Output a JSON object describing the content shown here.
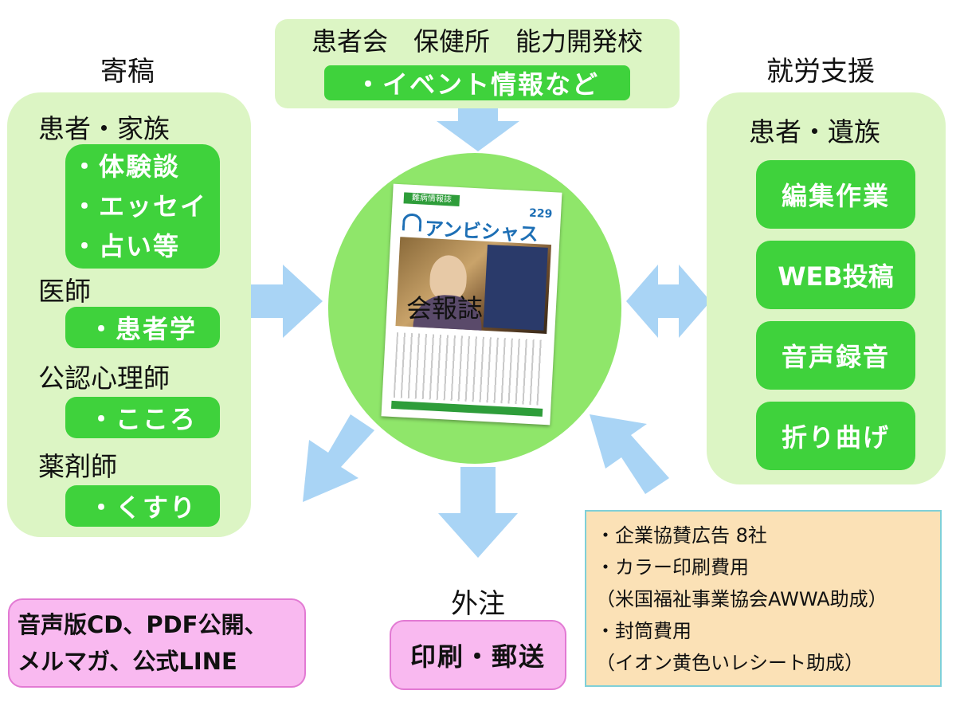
{
  "top": {
    "title": "患者会　保健所　能力開発校",
    "chip": "・イベント情報など"
  },
  "left": {
    "heading": "寄稿",
    "groups": [
      {
        "label": "患者・家族",
        "items": [
          "・体験談",
          "・エッセイ",
          "・占い等"
        ]
      },
      {
        "label": "医師",
        "items": [
          "・患者学"
        ]
      },
      {
        "label": "公認心理師",
        "items": [
          "・こころ"
        ]
      },
      {
        "label": "薬剤師",
        "items": [
          "・くすり"
        ]
      }
    ]
  },
  "right": {
    "heading": "就労支援",
    "label": "患者・遺族",
    "items": [
      "編集作業",
      "WEB投稿",
      "音声録音",
      "折り曲げ"
    ]
  },
  "center": {
    "label": "会報誌",
    "cover": {
      "masthead": "難病情報誌",
      "issue": "229",
      "logo_text": "アンビシャス"
    }
  },
  "bottom": {
    "heading": "外注",
    "chip": "印刷・郵送"
  },
  "bottom_left": {
    "line1": "音声版CD、PDF公開、",
    "line2": "メルマガ、公式LINE"
  },
  "funding": {
    "lines": [
      "・企業協賛広告 8社",
      "・カラー印刷費用",
      "（米国福祉事業協会AWWA助成）",
      "・封筒費用",
      "（イオン黄色いレシート助成）"
    ]
  },
  "colors": {
    "panel": "#dcf5c4",
    "chip": "#3fd23c",
    "arrow": "#a9d4f5",
    "circle": "#8fe66a",
    "pink": "#f9b9f0",
    "pink_border": "#e27ad3",
    "funding_bg": "#fbe1b6",
    "funding_border": "#7fd0d8"
  }
}
